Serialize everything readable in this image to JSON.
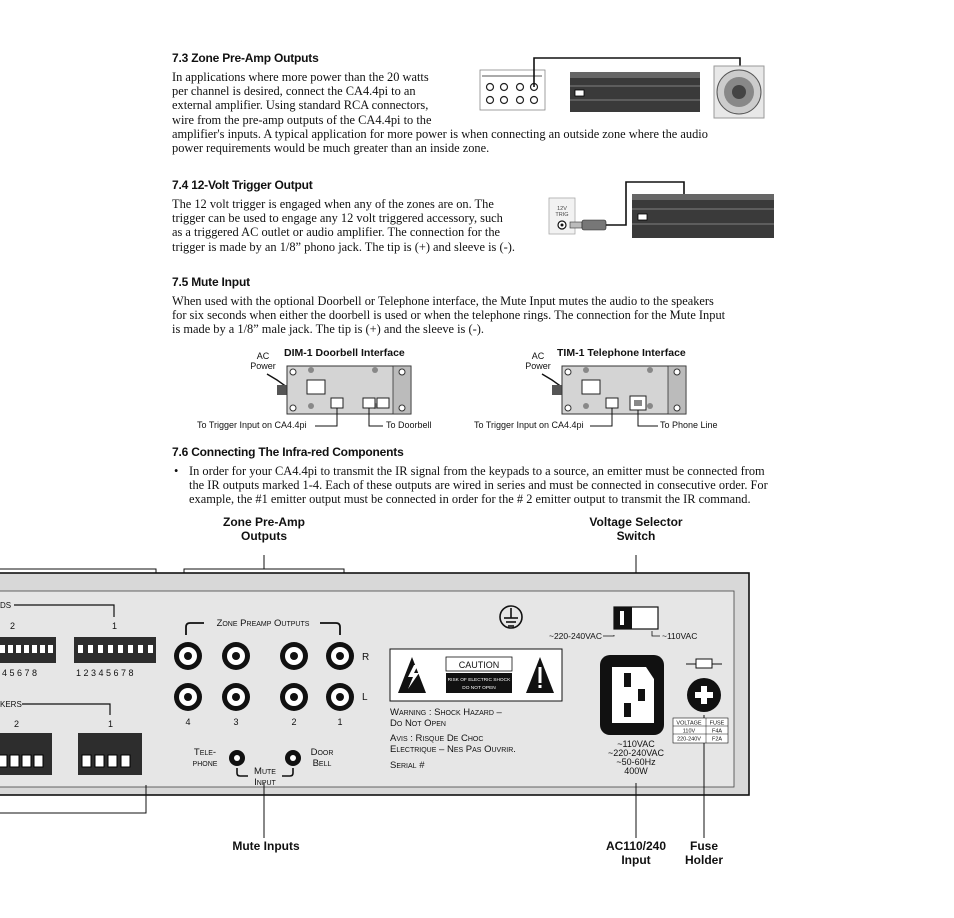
{
  "s73": {
    "heading": "7.3 Zone Pre-Amp Outputs",
    "para_lines": [
      "In applications where more power than the 20 watts",
      "per channel is desired, connect the CA4.4pi to an",
      "external amplifier. Using standard RCA connectors,",
      "wire from the pre-amp outputs of the CA4.4pi to the",
      "amplifier's inputs.  A typical application for more power is when connecting an outside zone where the audio",
      "power requirements would be much greater than an inside zone."
    ]
  },
  "s74": {
    "heading": "7.4 12-Volt Trigger Output",
    "para_lines": [
      "The 12 volt trigger is engaged when any of the zones are on. The",
      "trigger can be used to engage any 12 volt triggered accessory, such",
      "as a triggered AC outlet or audio amplifier. The connection for the",
      "trigger is made by an 1/8” phono jack. The tip is (+) and sleeve is (-)."
    ],
    "jack_label_1": "12V",
    "jack_label_2": "TRIG"
  },
  "s75": {
    "heading": "7.5 Mute Input",
    "para_lines": [
      "When used with the optional Doorbell or Telephone interface, the Mute Input mutes the audio to the speakers",
      "for six seconds when either the doorbell is used or when the telephone rings. The connection for the Mute Input",
      "is made by a 1/8” male jack. The tip is (+) and the sleeve is (-)."
    ],
    "dim": {
      "title": "DIM-1 Doorbell Interface",
      "ac1": "AC",
      "ac2": "Power",
      "left_caption": "To Trigger Input on CA4.4pi",
      "right_caption": "To Doorbell"
    },
    "tim": {
      "title": "TIM-1 Telephone Interface",
      "ac1": "AC",
      "ac2": "Power",
      "left_caption": "To Trigger Input on CA4.4pi",
      "right_caption": "To Phone Line"
    }
  },
  "s76": {
    "heading": "7.6 Connecting The Infra-red Components",
    "bullet": "•",
    "para_lines": [
      "In order for your CA4.4pi to transmit the IR signal from the keypads to a source, an emitter must be connected from",
      "the IR outputs marked 1-4. Each of these outputs are wired in series and must be connected in consecutive order.  For",
      "example, the #1 emitter output must be connected in order for the # 2 emitter output to transmit the IR command."
    ]
  },
  "panel": {
    "zone_preamp_label_1": "Zone Pre-Amp",
    "zone_preamp_label_2": "Outputs",
    "voltage_label_1": "Voltage Selector",
    "voltage_label_2": "Switch",
    "mute_inputs_label": "Mute Inputs",
    "ac_input_label_1": "AC110/240",
    "ac_input_label_2": "Input",
    "fuse_label_1": "Fuse",
    "fuse_label_2": "Holder",
    "keypads_frag": "DS",
    "speakers_frag": "KERS",
    "kp_num_2": "2",
    "kp_num_1": "1",
    "kp_pins_left": "4 5 6 7 8",
    "kp_pins_right": "1 2 3 4 5 6 7 8",
    "spk_num_2": "2",
    "spk_num_1": "1",
    "zone_preamp_outputs": "Zone Preamp Outputs",
    "r": "R",
    "l": "L",
    "zones": [
      "4",
      "3",
      "2",
      "1"
    ],
    "tele_1": "Tele-",
    "tele_2": "phone",
    "door_1": "Door",
    "door_2": "Bell",
    "mute_1": "Mute",
    "mute_2": "Input",
    "caution": "CAUTION",
    "risk_1": "RISK OF ELECTRIC SHOCK",
    "risk_2": "DO NOT OPEN",
    "warn_1": "Warning : Shock Hazard –",
    "warn_2": "Do Not Open",
    "avis_1": "Avis : Risque De Choc",
    "avis_2": "Electrique – Nes Pas Ouvrir.",
    "serial": "Serial #",
    "v220": "~220-240VAC",
    "v110": "~110VAC",
    "ac_1": "~110VAC",
    "ac_2": "~220-240VAC",
    "ac_3": "~50-60Hz",
    "ac_4": "400W",
    "fuse_table": {
      "headers": [
        "VOLTAGE",
        "FUSE"
      ],
      "rows": [
        [
          "110V",
          "F4A"
        ],
        [
          "220-240V",
          "F2A"
        ]
      ]
    }
  }
}
